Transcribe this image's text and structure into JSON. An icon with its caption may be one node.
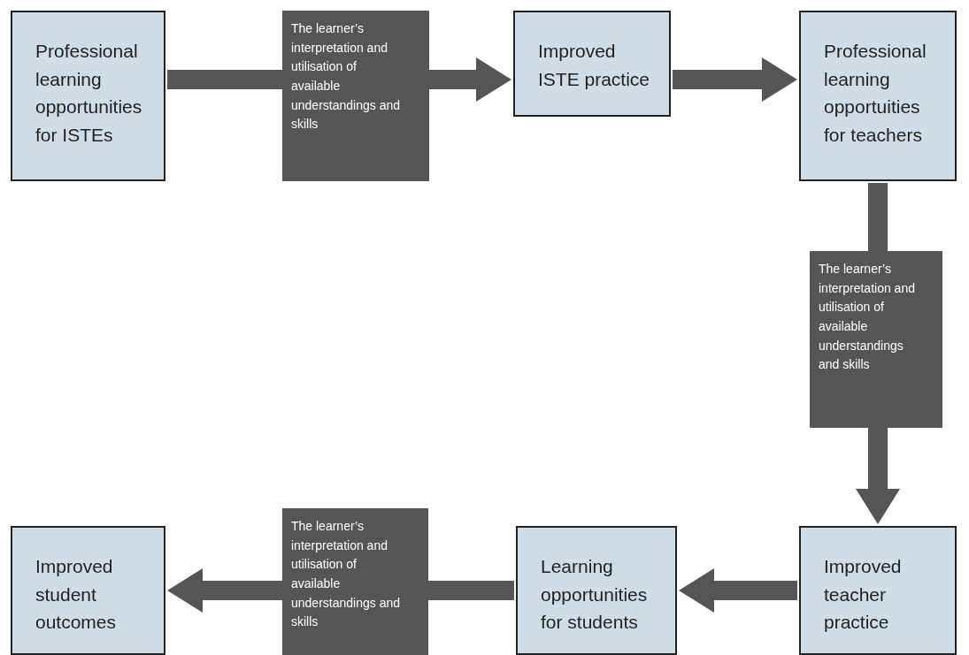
{
  "diagram": {
    "nodes": [
      {
        "text": [
          "Professional learning opportunities for ISTEs"
        ]
      },
      {
        "text": [
          "Improved ISTE practice"
        ]
      },
      {
        "text": [
          "Professional learning opportuities for teachers"
        ]
      },
      {
        "text": [
          "Improved teacher practice"
        ]
      },
      {
        "text": [
          "Learning opportunities for students"
        ]
      },
      {
        "text": [
          "Improved student outcomes"
        ]
      }
    ],
    "edges": [
      {
        "from": 0,
        "to": 1,
        "arrow": "to",
        "label": "The learner’s interpretation and utilisation of available understandings and skills"
      },
      {
        "from": 1,
        "to": 2,
        "arrow": "to"
      },
      {
        "from": 2,
        "to": 3,
        "arrow": "to",
        "label": "The learner’s interpretation and utilisation of available understandings and skills"
      },
      {
        "from": 3,
        "to": 4,
        "arrow": "to"
      },
      {
        "from": 4,
        "to": 5,
        "arrow": "to",
        "label": "The learner’s interpretation and utilisation of available understandings and skills"
      }
    ]
  }
}
